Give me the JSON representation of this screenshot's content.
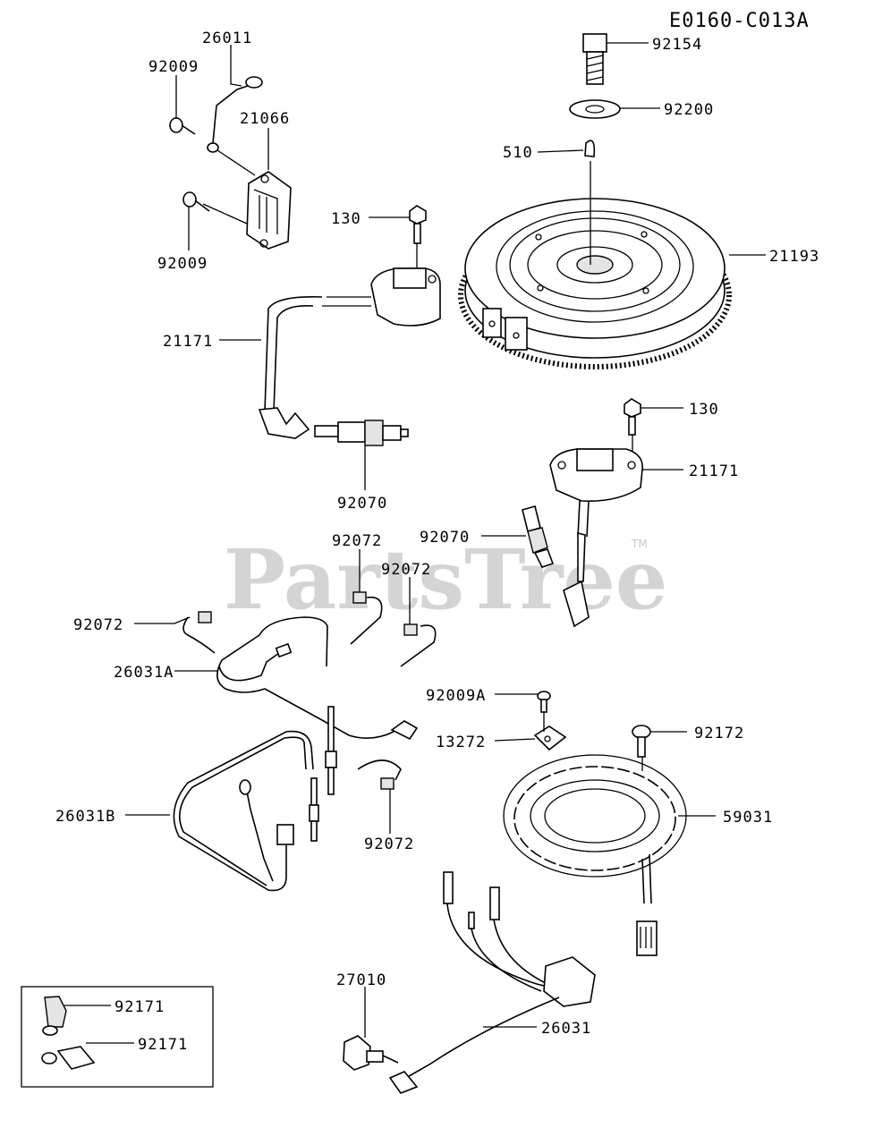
{
  "diagram_code": "E0160-C013A",
  "watermark": "PartsTree",
  "trademark": "TM",
  "labels": {
    "p92154": "92154",
    "p92200": "92200",
    "p510": "510",
    "p26011": "26011",
    "p92009_top": "92009",
    "p21066": "21066",
    "p92009_bottom": "92009",
    "p130_top": "130",
    "p21193": "21193",
    "p21171_left": "21171",
    "p130_right": "130",
    "p21171_right": "21171",
    "p92070_left": "92070",
    "p92070_right": "92070",
    "p92072_a": "92072",
    "p92072_b": "92072",
    "p92072_c": "92072",
    "p92072_d": "92072",
    "p26031A": "26031A",
    "p92009A": "92009A",
    "p13272": "13272",
    "p92172": "92172",
    "p26031B": "26031B",
    "p59031": "59031",
    "p27010": "27010",
    "p26031": "26031",
    "p92171_a": "92171",
    "p92171_b": "92171"
  }
}
